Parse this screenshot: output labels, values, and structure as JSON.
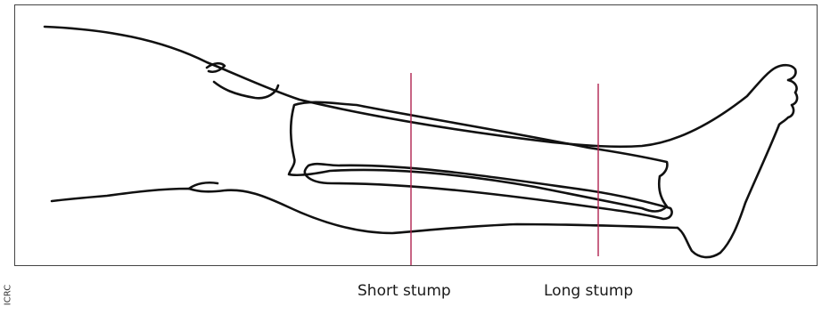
{
  "labels": {
    "short_stump": "Short stump",
    "long_stump": "Long stump"
  },
  "credit": "ICRC",
  "colors": {
    "outline": "#111111",
    "amputation_line": "#b0234f",
    "frame": "#444444"
  }
}
